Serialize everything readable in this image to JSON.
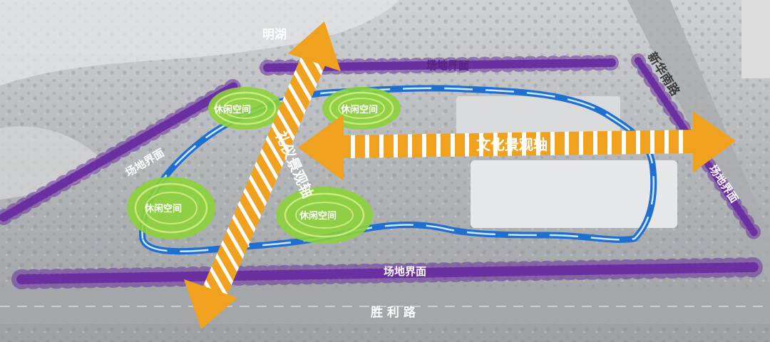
{
  "labels": {
    "minghu": "明湖",
    "road_south": "胜 利 路",
    "road_east": "新华南路",
    "interface_top": "场地界面",
    "interface_left": "场地界面",
    "interface_bottom": "场地界面",
    "interface_right": "场地界面",
    "culture_axis": "文化景观轴",
    "ritual_axis": "礼仪景观轴",
    "leisure_1": "休闲空间",
    "leisure_2": "休闲空间",
    "leisure_3": "休闲空间",
    "leisure_4": "休闲空间"
  },
  "colors": {
    "axis_orange": "#f0a21e",
    "axis_stripe": "#ffffff",
    "river_blue": "#1f6fd0",
    "river_light": "#cfe6ff",
    "interface_purple": "#6a2fa0",
    "leisure_green": "#8cd13a",
    "leisure_light": "#c9ec7c"
  },
  "icons": {
    "axis_arrow": "double-headed-arrow",
    "river": "curved-loop-path",
    "interface": "dashed-jagged-line"
  }
}
